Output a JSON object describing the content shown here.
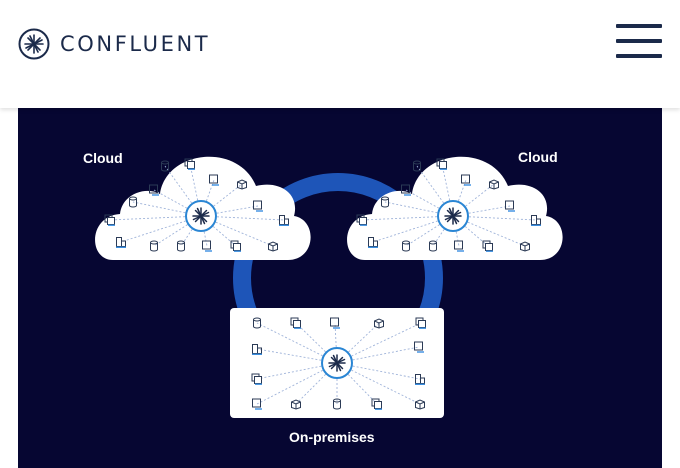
{
  "brand": {
    "name": "CONFLUENT"
  },
  "header": {
    "menu_icon": "hamburger-menu-icon"
  },
  "diagram": {
    "left_cloud_label": "Cloud",
    "right_cloud_label": "Cloud",
    "onprem_label": "On-premises",
    "colors": {
      "background": "#060632",
      "ring": "#1e55b8",
      "hub": "#2a86d4",
      "lines": "#9fb3d9"
    }
  }
}
